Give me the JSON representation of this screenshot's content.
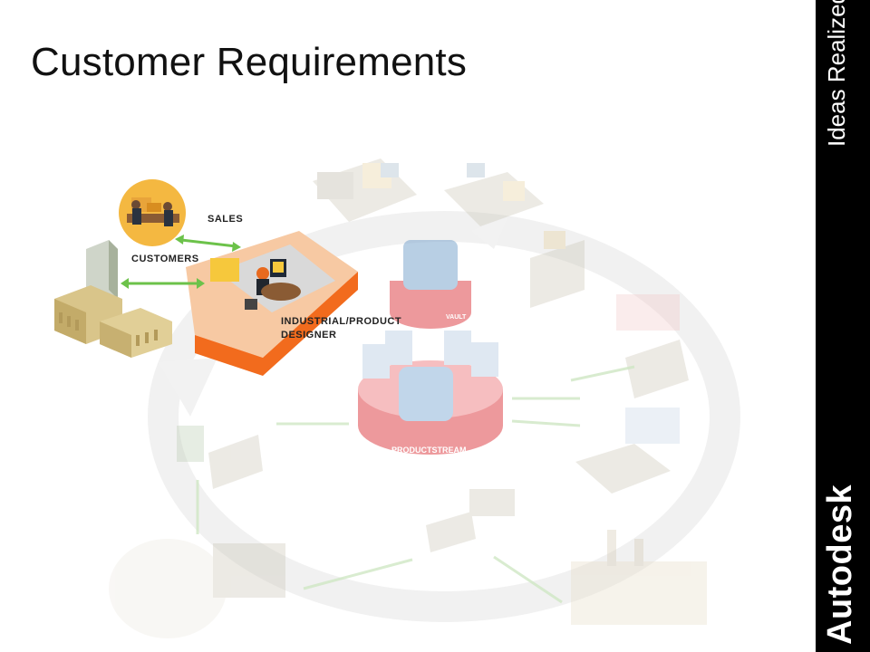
{
  "slide": {
    "title": "Customer Requirements"
  },
  "brand": {
    "tagline": "Ideas Realized",
    "logo": "Autodesk",
    "bar_color": "#000000"
  },
  "labels": {
    "sales": "SALES",
    "customers": "CUSTOMERS",
    "designer": "INDUSTRIAL/PRODUCT DESIGNER"
  },
  "hub": {
    "vault": "VAULT",
    "productstream": "PRODUCTSTREAM"
  },
  "colors": {
    "accent_orange": "#f26b1d",
    "connector_green": "#6cc24a",
    "hub_red": "#e0474c",
    "hub_blue": "#8fb6d9",
    "faded_ring": "#eeeeee"
  }
}
